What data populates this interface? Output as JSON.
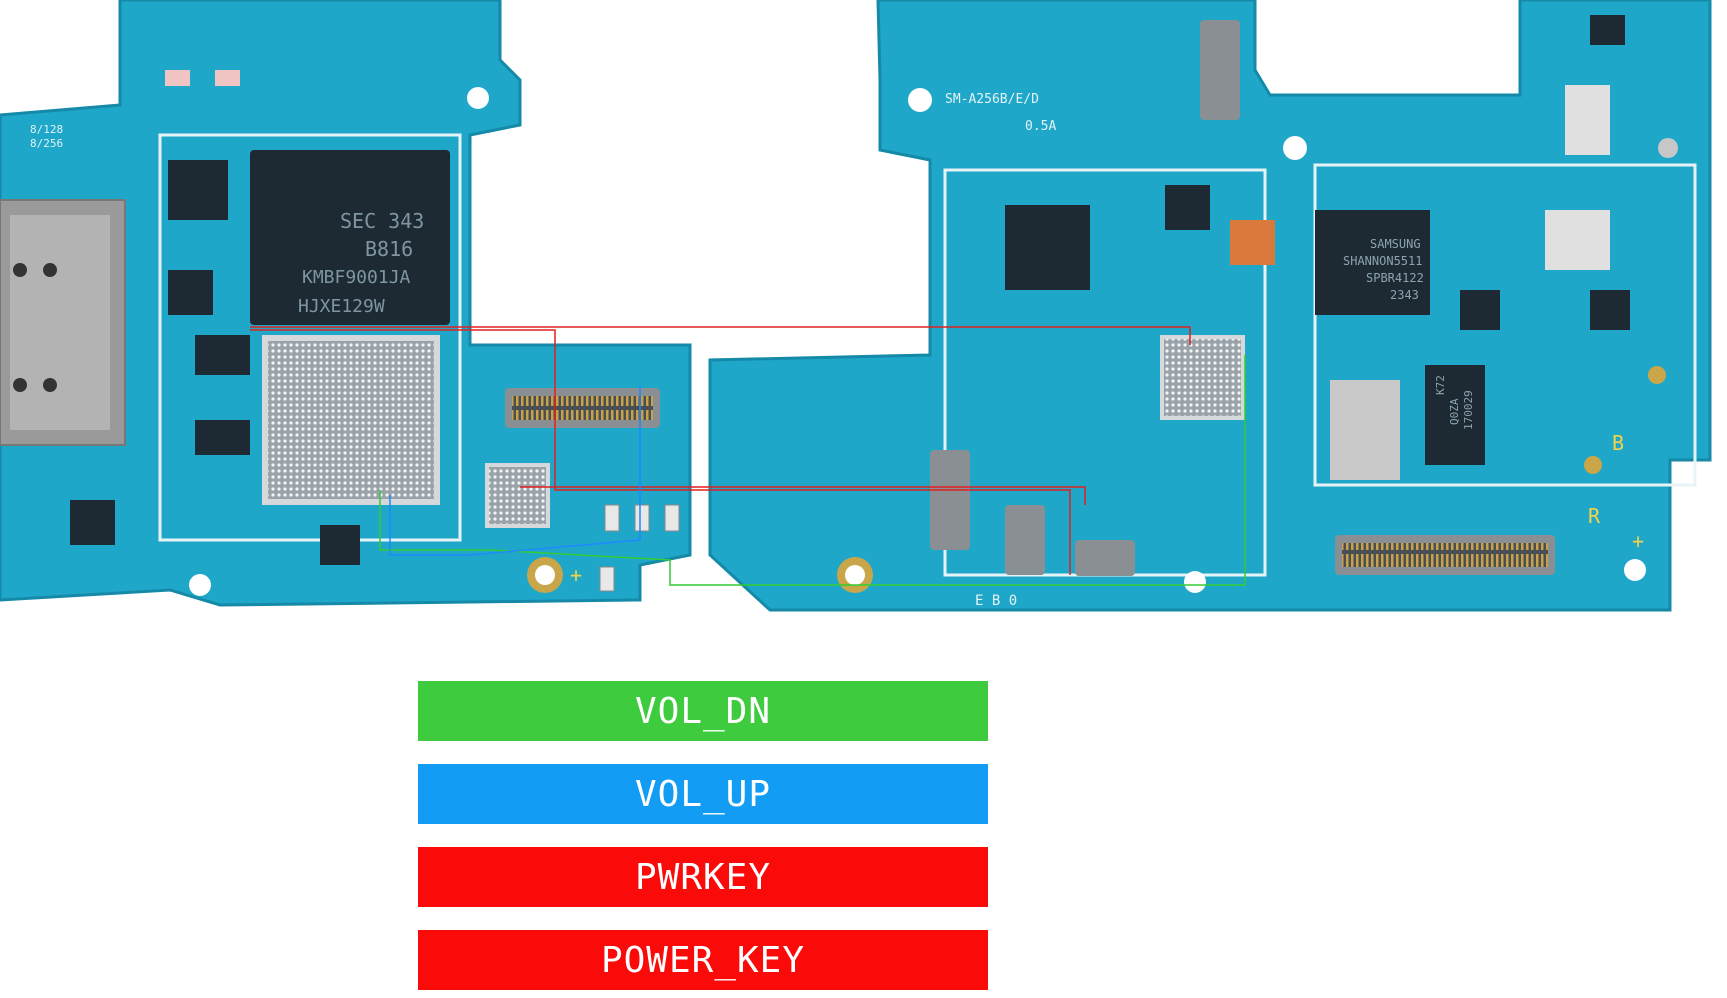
{
  "board": {
    "silkscreen": {
      "model": "SM-A256B/E/D",
      "rev": "0.5A",
      "bottom_code": "E B 0",
      "left_small_1": "8/128",
      "left_small_2": "8/256",
      "letter_b": "B",
      "letter_r": "R",
      "letter_plus": "+"
    },
    "chips": {
      "memory_line1": "SEC 343",
      "memory_line2": "B816",
      "memory_line3": "KMBF9001JA",
      "memory_line4": "HJXE129W",
      "modem_line1": "SAMSUNG",
      "modem_line2": "SHANNON5511",
      "modem_line3": "SPBR4122",
      "modem_line4": "2343",
      "k72_line1": "K72",
      "k72_line2": "Q0ZA",
      "k72_line3": "170029"
    }
  },
  "legend": [
    {
      "label": "VOL_DN",
      "color": "#3ecc3e"
    },
    {
      "label": "VOL_UP",
      "color": "#129cf3"
    },
    {
      "label": "PWRKEY",
      "color": "#fb0a0a"
    },
    {
      "label": "POWER_KEY",
      "color": "#fb0a0a"
    }
  ],
  "colors": {
    "pcb": "#1fa6c8",
    "pcb_dark": "#178fae",
    "trace_red": "#e02020",
    "trace_green": "#33cc33",
    "trace_blue": "#1e88ff"
  }
}
